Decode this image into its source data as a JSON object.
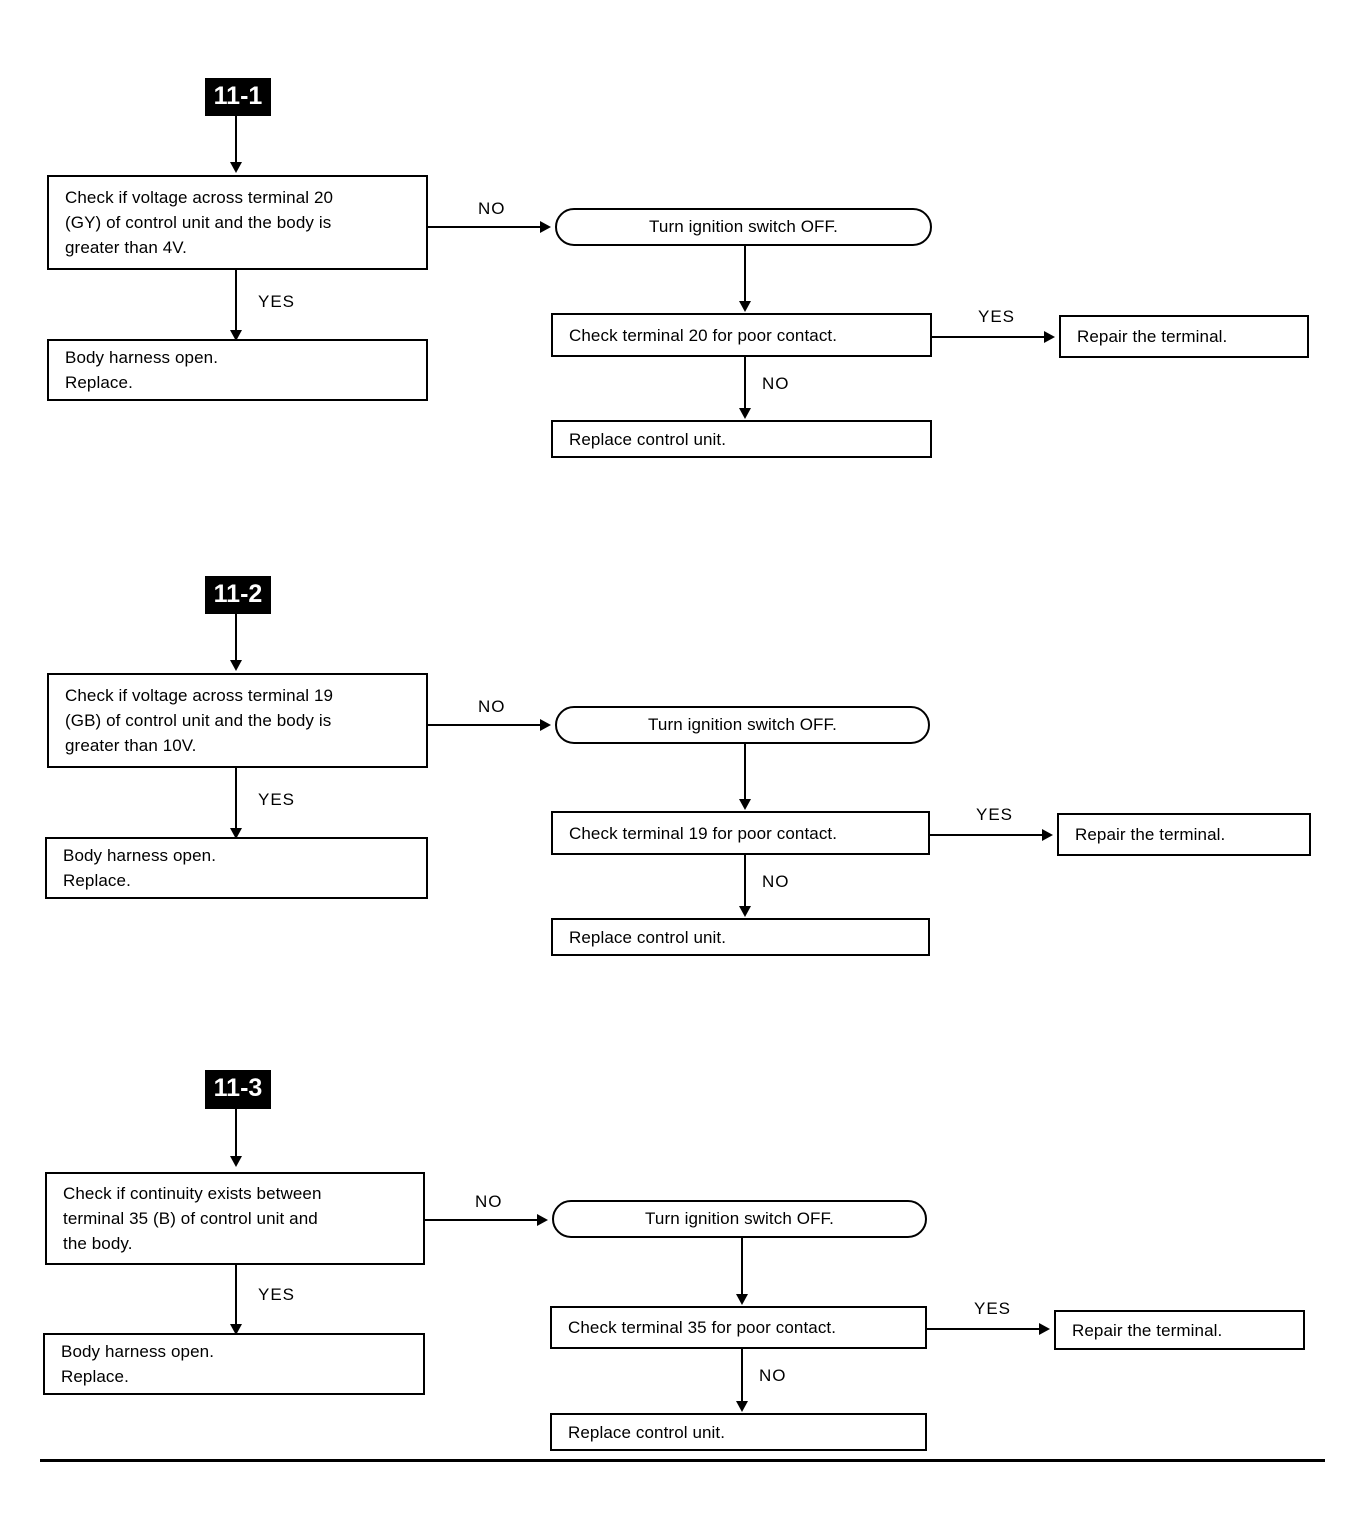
{
  "page": {
    "bottom_rule": true
  },
  "shared": {
    "yes_label": "YES",
    "no_label": "NO",
    "ignition_label": "Turn ignition switch OFF.",
    "harness_label": "Body harness open.\nReplace.",
    "repair_label": "Repair the terminal.",
    "replace_unit_label": "Replace control unit."
  },
  "sections": [
    {
      "id": "11-1",
      "badge": "11-1",
      "question": "Check if voltage across terminal 20\n(GY) of control unit and the body is\ngreater than 4V.",
      "yes_outcome": "Body harness open.\nReplace.",
      "no_branch": {
        "terminal_step": "Turn ignition switch OFF.",
        "contact_check": "Check terminal 20 for poor contact.",
        "yes_result": "Repair the terminal.",
        "no_result": "Replace control unit."
      },
      "edge_from_question": "NO",
      "edge_to_outcome": "YES",
      "edge_contact_yes": "YES",
      "edge_contact_no": "NO"
    },
    {
      "id": "11-2",
      "badge": "11-2",
      "question": "Check if voltage across terminal 19\n(GB) of control unit and the body is\ngreater than 10V.",
      "yes_outcome": "Body harness open.\nReplace.",
      "no_branch": {
        "terminal_step": "Turn ignition switch OFF.",
        "contact_check": "Check terminal 19 for poor contact.",
        "yes_result": "Repair the terminal.",
        "no_result": "Replace control unit."
      },
      "edge_from_question": "NO",
      "edge_to_outcome": "YES",
      "edge_contact_yes": "YES",
      "edge_contact_no": "NO"
    },
    {
      "id": "11-3",
      "badge": "11-3",
      "question": "Check if continuity exists between\nterminal 35 (B) of control unit and\nthe body.",
      "yes_outcome": "Body harness open.\nReplace.",
      "no_branch": {
        "terminal_step": "Turn ignition switch OFF.",
        "contact_check": "Check terminal 35 for poor contact.",
        "yes_result": "Repair the terminal.",
        "no_result": "Replace control unit."
      },
      "edge_from_question": "NO",
      "edge_to_outcome": "YES",
      "edge_contact_yes": "YES",
      "edge_contact_no": "NO"
    }
  ]
}
